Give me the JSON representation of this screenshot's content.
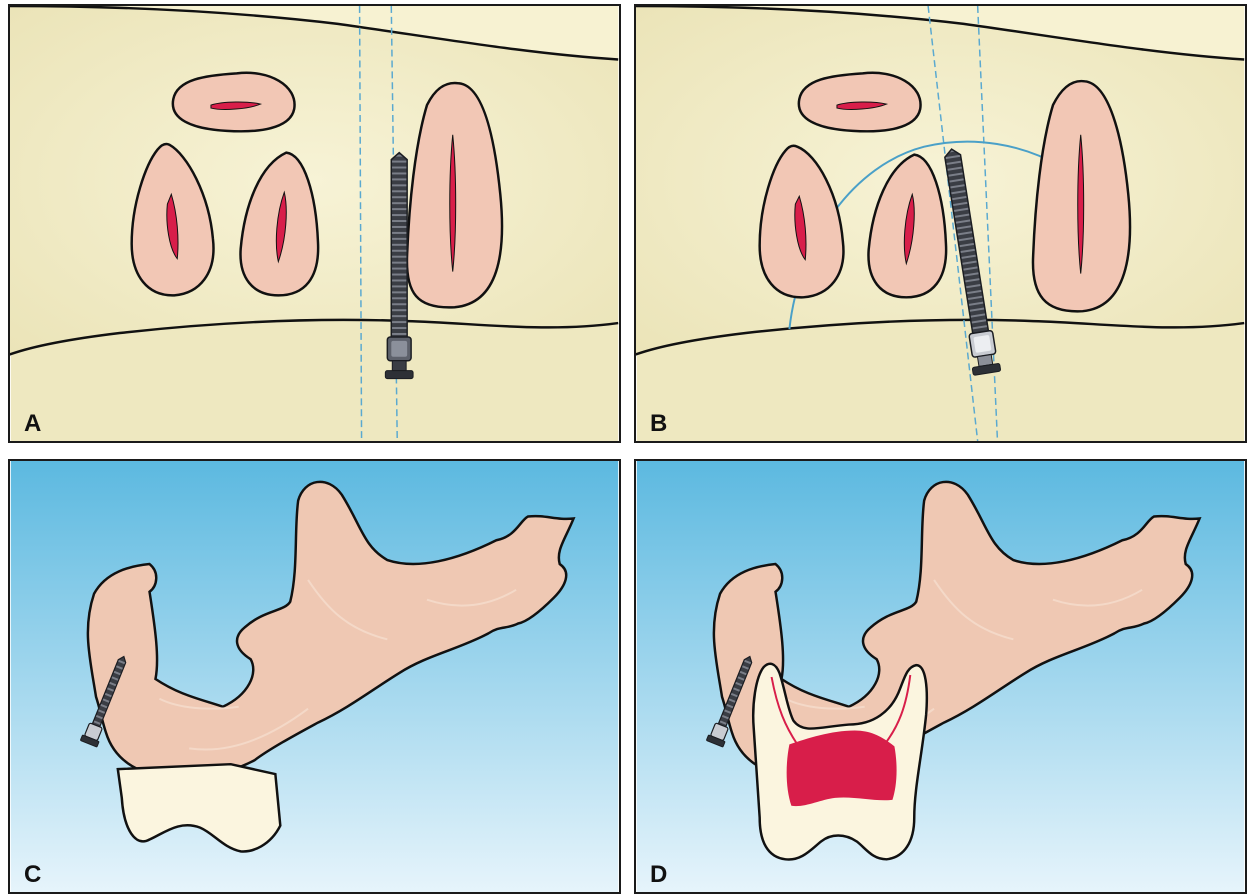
{
  "panels": [
    {
      "id": "A",
      "label": "A"
    },
    {
      "id": "B",
      "label": "B"
    },
    {
      "id": "C",
      "label": "C"
    },
    {
      "id": "D",
      "label": "D"
    }
  ],
  "colors": {
    "bone_background": "#f6f1cf",
    "root_fill": "#f2c7b5",
    "canal": "#d81e4a",
    "screw": "#3a3d44",
    "guide_line": "#5aa9d0",
    "sky_top": "#5cb9e0",
    "sky_bottom": "#e3f3fb",
    "jaw_bone": "#efc8b3",
    "tooth_crown": "#fbf5df",
    "outline": "#111111"
  }
}
